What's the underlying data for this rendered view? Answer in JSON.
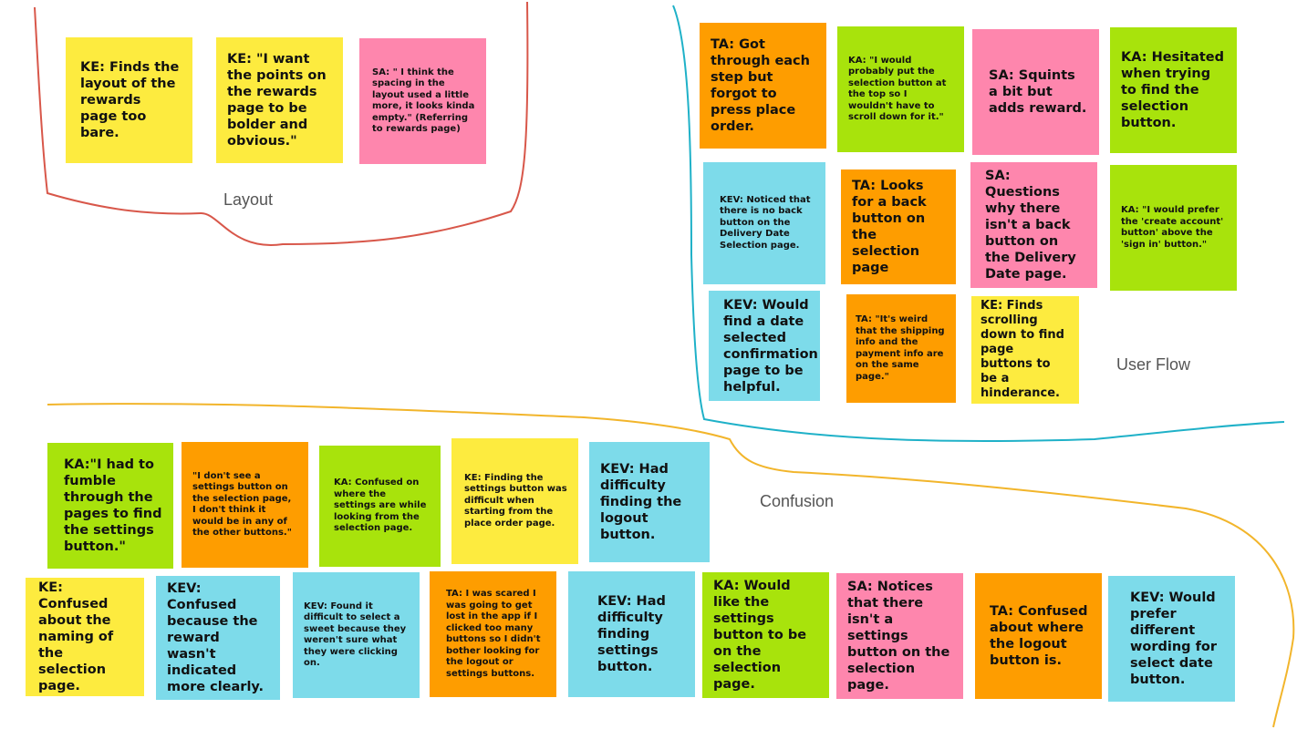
{
  "colors": {
    "yellow": "#fdeb3f",
    "pink": "#fe86ad",
    "orange": "#fe9d00",
    "green": "#a8e30c",
    "cyan": "#7ddbea",
    "layout_line": "#d8574a",
    "userflow_line": "#1fb1c8",
    "confusion_line": "#f2b52b"
  },
  "groups": {
    "layout": "Layout",
    "user_flow": "User Flow",
    "confusion": "Confusion"
  },
  "notes": [
    {
      "text": "KE: Finds the layout of the rewards page too bare.",
      "color": "yellow"
    },
    {
      "text": "KE: \"I want the points on the rewards page to be bolder and obvious.\"",
      "color": "yellow"
    },
    {
      "text": "SA: \" I think the spacing in the layout used a little more, it looks kinda empty.\" (Referring to rewards page)",
      "color": "pink"
    },
    {
      "text": "TA: Got through each step but forgot to press place order.",
      "color": "orange"
    },
    {
      "text": "KA: \"I would probably put the selection button at the top so I wouldn't have to scroll down for it.\"",
      "color": "green"
    },
    {
      "text": "SA: Squints a bit but adds reward.",
      "color": "pink"
    },
    {
      "text": "KA: Hesitated when trying to find the selection button.",
      "color": "green"
    },
    {
      "text": "KEV: Noticed that there is no back button on the Delivery Date Selection page.",
      "color": "cyan"
    },
    {
      "text": "TA: Looks for a back button on the selection page",
      "color": "orange"
    },
    {
      "text": "SA: Questions why there isn't a back button on the Delivery Date page.",
      "color": "pink"
    },
    {
      "text": "KA: \"I would prefer the 'create account' button' above the 'sign in' button.\"",
      "color": "green"
    },
    {
      "text": "KEV: Would find a date selected confirmation page to be helpful.",
      "color": "cyan"
    },
    {
      "text": "TA: \"It's weird that the shipping info and the payment info are on the same page.\"",
      "color": "orange"
    },
    {
      "text": "KE: Finds scrolling down to find page buttons to be a hinderance.",
      "color": "yellow"
    },
    {
      "text": "KA:\"I had to fumble through the pages to find the settings button.\"",
      "color": "green"
    },
    {
      "text": "\"I don't see a settings button on the selection page, I don't think it would be in any of the other buttons.\"",
      "color": "orange"
    },
    {
      "text": "KA: Confused on where the settings are while looking from the selection page.",
      "color": "green"
    },
    {
      "text": "KE: Finding the settings button was difficult when starting from the place order page.",
      "color": "yellow"
    },
    {
      "text": "KEV: Had difficulty finding the logout button.",
      "color": "cyan"
    },
    {
      "text": "KE: Confused about the naming of the selection page.",
      "color": "yellow"
    },
    {
      "text": "KEV: Confused because the reward wasn't indicated more clearly.",
      "color": "cyan"
    },
    {
      "text": "KEV: Found it difficult to select a sweet because they weren't sure what they were clicking on.",
      "color": "cyan"
    },
    {
      "text": "TA: I was scared I was going to get lost in the app if I clicked too many buttons so I didn't bother looking for the logout or settings buttons.",
      "color": "orange"
    },
    {
      "text": "KEV: Had difficulty finding settings button.",
      "color": "cyan"
    },
    {
      "text": "KA: Would like the settings button to be on the selection page.",
      "color": "green"
    },
    {
      "text": "SA: Notices that there isn't a settings button on the selection page.",
      "color": "pink"
    },
    {
      "text": "TA: Confused about where the logout button is.",
      "color": "orange"
    },
    {
      "text": "KEV: Would prefer different wording for select date button.",
      "color": "cyan"
    }
  ]
}
